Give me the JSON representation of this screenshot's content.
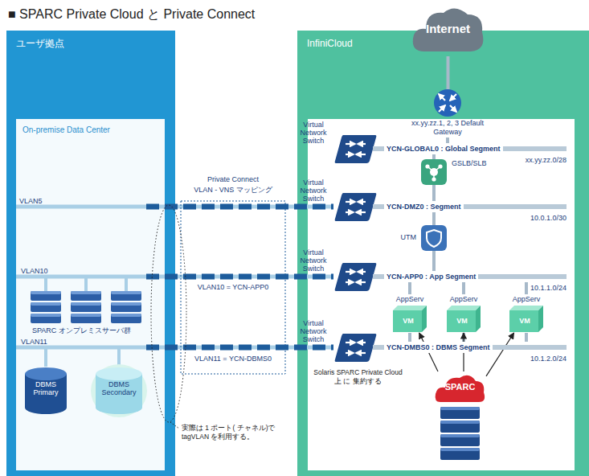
{
  "diagram": {
    "title": "■ SPARC Private Cloud と Private Connect",
    "nodes": [
      {
        "text": [
          "ユーザ拠点"
        ]
      },
      {
        "text": [
          "On-premise Data Center"
        ],
        "in": 0
      },
      {
        "text": [
          "DBMS Primary"
        ],
        "in": 1
      },
      {
        "text": [
          "DBMS Secondary"
        ],
        "in": 1
      },
      {
        "text": [
          "Internet"
        ]
      },
      {
        "text": [
          "InfiniCloud"
        ]
      },
      {
        "text": [
          "xx.yy.zz.1, 2, 3 Default Gateway"
        ],
        "in": 5
      },
      {
        "text": [
          "Virtual Network Switch"
        ],
        "in": 5
      },
      {
        "text": [
          "YCN-GLOBAL0 : Global Segment",
          "xx.yy.zz.0/28"
        ],
        "in": 5
      },
      {
        "text": [
          "GSLB/SLB"
        ],
        "in": 5
      },
      {
        "text": [
          "Virtual Network Switch"
        ],
        "in": 5
      },
      {
        "text": [
          "YCN-DMZ0 : Segment",
          "10.0.1.0/30"
        ],
        "in": 5
      },
      {
        "text": [
          "UTM"
        ],
        "in": 5
      },
      {
        "text": [
          "Virtual Network Switch"
        ],
        "in": 5
      },
      {
        "text": [
          "YCN-APP0 : App Segment",
          "10.1.1.0/24"
        ],
        "in": 5
      },
      {
        "text": [
          "AppServ",
          "VM"
        ],
        "in": 5
      },
      {
        "text": [
          "AppServ",
          "VM"
        ],
        "in": 5
      },
      {
        "text": [
          "AppServ",
          "VM"
        ],
        "in": 5
      },
      {
        "text": [
          "Virtual Network Switch"
        ],
        "in": 5
      },
      {
        "text": [
          "YCN-DMBS0 : DBMS Segment",
          "10.1.2.0/24"
        ],
        "in": 5
      },
      {
        "text": [
          "SPARC"
        ],
        "in": 5
      }
    ],
    "edges": [
      {
        "from": 4,
        "to": 6,
        "arrow": "none"
      },
      {
        "from": 6,
        "to": 8,
        "arrow": "none"
      },
      {
        "from": 8,
        "to": 9,
        "arrow": "none"
      },
      {
        "from": 9,
        "to": 11,
        "arrow": "none"
      },
      {
        "from": 11,
        "to": 12,
        "arrow": "none"
      },
      {
        "from": 12,
        "to": 14,
        "arrow": "none"
      },
      {
        "from": 14,
        "to": 15,
        "arrow": "none"
      },
      {
        "from": 14,
        "to": 16,
        "arrow": "none"
      },
      {
        "from": 14,
        "to": 17,
        "arrow": "none"
      },
      {
        "from": 15,
        "to": 19,
        "arrow": "none"
      },
      {
        "from": 16,
        "to": 19,
        "arrow": "none"
      },
      {
        "from": 17,
        "to": 19,
        "arrow": "none"
      },
      {
        "from": 20,
        "to": 15,
        "arrow": "to"
      },
      {
        "from": 20,
        "to": 16,
        "arrow": "to"
      },
      {
        "from": 20,
        "to": 17,
        "arrow": "to"
      }
    ],
    "labels": [
      "VLAN5",
      "VLAN10",
      "VLAN11",
      "SPARC オンプレミスサーバ群",
      "Private Connect",
      "VLAN - VNS マッピング",
      "VLAN10 = YCN-APP0",
      "VLAN11 = YCN-DBMS0",
      "実際は 1 ポート( チャネル)で tagVLAN を利用する。",
      "Solaris SPARC Private Cloud上 に 集約する"
    ]
  }
}
